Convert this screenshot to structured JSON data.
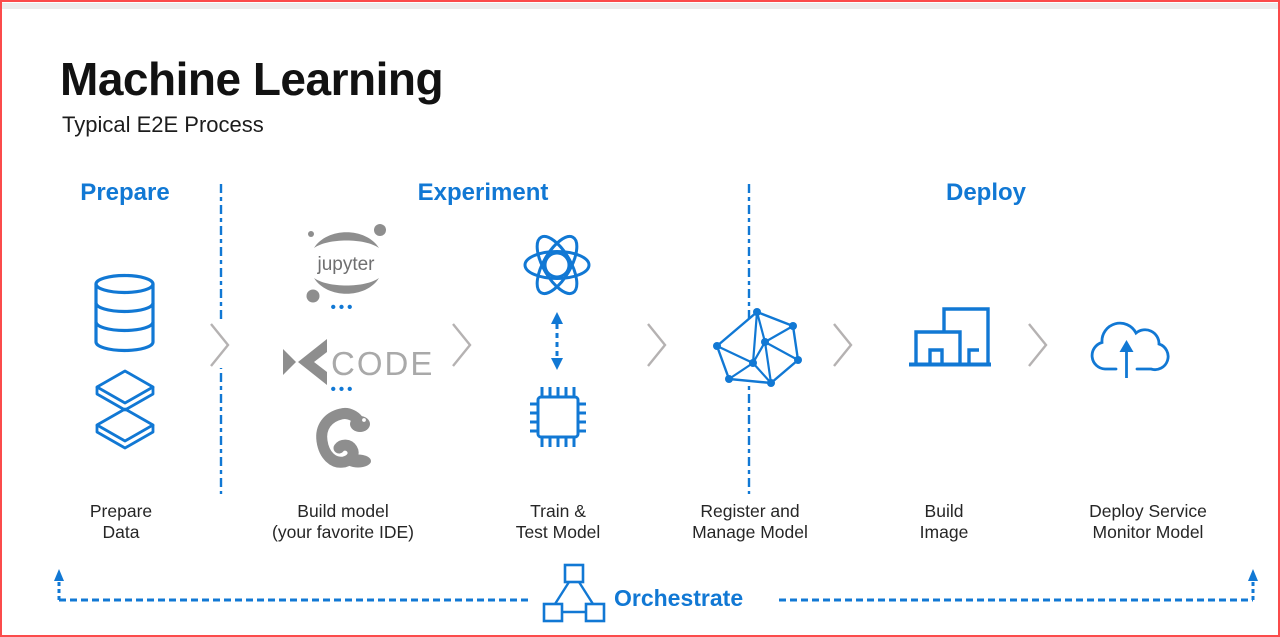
{
  "header": {
    "title": "Machine Learning",
    "subtitle": "Typical E2E Process"
  },
  "phases": [
    {
      "label": "Prepare"
    },
    {
      "label": "Experiment"
    },
    {
      "label": "Deploy"
    }
  ],
  "steps": [
    {
      "line1": "Prepare",
      "line2": "Data"
    },
    {
      "line1": "Build model",
      "line2": "(your favorite IDE)"
    },
    {
      "line1": "Train &",
      "line2": "Test Model"
    },
    {
      "line1": "Register and",
      "line2": "Manage Model"
    },
    {
      "line1": "Build",
      "line2": "Image"
    },
    {
      "line1": "Deploy Service",
      "line2": "Monitor Model"
    }
  ],
  "logos": {
    "jupyter": "jupyter",
    "vscode": "CODE",
    "ellipsis": "•••"
  },
  "orchestrate": {
    "label": "Orchestrate"
  },
  "icons": {
    "step1": [
      "database-icon",
      "data-layers-icon"
    ],
    "step2": [
      "jupyter-logo",
      "vscode-logo",
      "python-logo"
    ],
    "step3": [
      "atom-icon",
      "double-arrow-icon",
      "chip-icon"
    ],
    "step4": [
      "network-graph-icon"
    ],
    "step5": [
      "buildings-icon"
    ],
    "step6": [
      "cloud-upload-icon"
    ],
    "orchestrate": [
      "flowchart-icon"
    ],
    "between_steps": "chevron-right-icon"
  },
  "colors": {
    "accent_blue": "#1178d4",
    "logo_gray": "#8e8e8e",
    "chevron_gray": "#b5b2b2",
    "border_red": "#fb4b4b",
    "label_text": "#262626"
  }
}
